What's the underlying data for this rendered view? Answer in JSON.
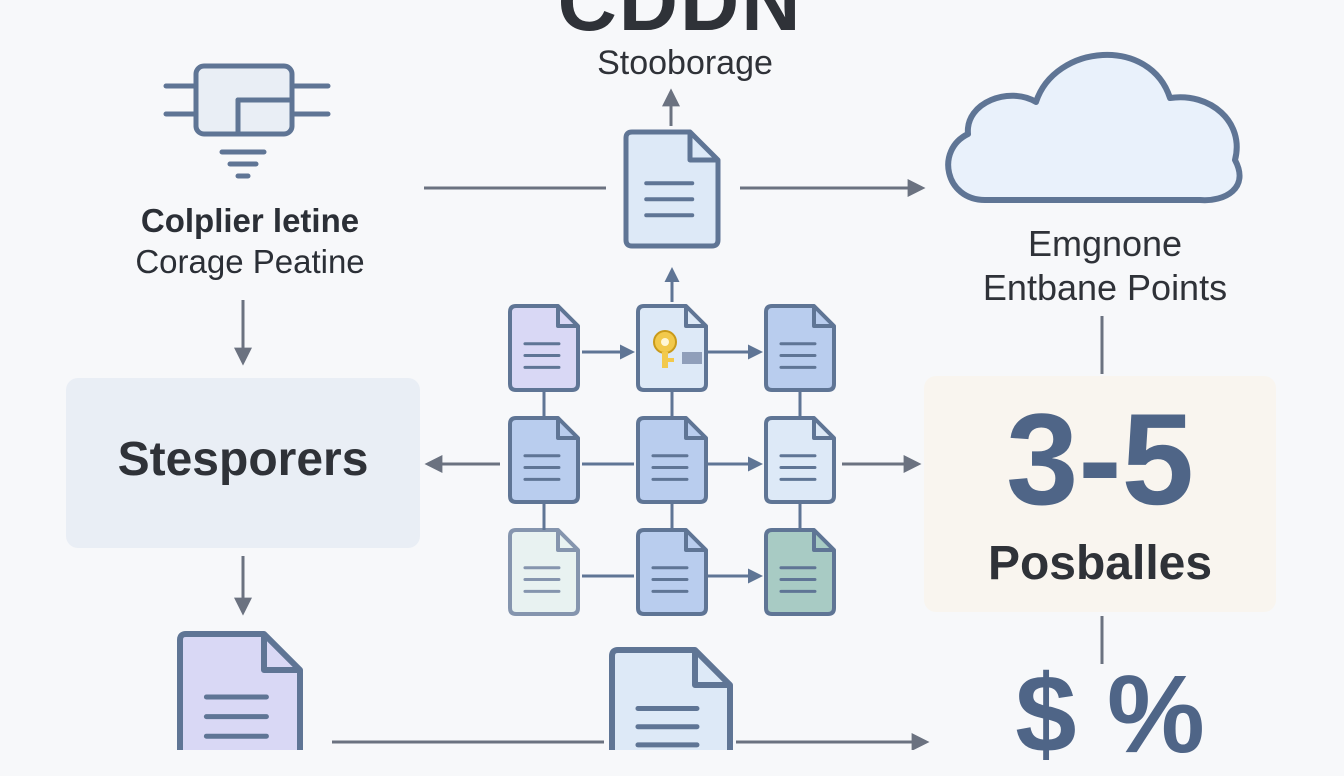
{
  "header": {
    "title": "CDDN",
    "subtitle": "Stooborage"
  },
  "compiler": {
    "line1": "Colplier letine",
    "line2": "Corage Peatine"
  },
  "steps": {
    "label": "Stesporers"
  },
  "endpoints": {
    "line1": "Emgnone",
    "line2": "Entbane Points"
  },
  "stat": {
    "value": "3-5",
    "label": "Posballes"
  },
  "footer": {
    "symbols": "$ %"
  },
  "colors": {
    "stroke": "#5f7595",
    "line": "#6b7280",
    "purple_fill": "#d9d8f5",
    "blue_fill": "#b9cdee",
    "pale_fill": "#dde9f7",
    "green_fill": "#a8cbc4",
    "cloud_fill": "#e9f1fb",
    "key_color": "#f2c94c"
  },
  "icons": {
    "component": "chip-component-icon",
    "cloud": "cloud-icon",
    "document": "document-icon",
    "key": "key-icon"
  }
}
